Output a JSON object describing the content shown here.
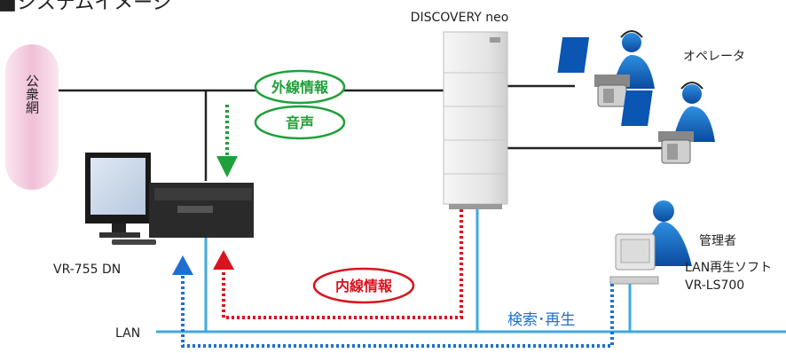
{
  "title": "■システムイメージ",
  "public_network": {
    "label": "公衆網"
  },
  "pbx": {
    "label": "DISCOVERY neo"
  },
  "operators": {
    "label": "オペレータ"
  },
  "admin": {
    "label": "管理者",
    "software_line1": "LAN再生ソフト",
    "software_line2": "VR-LS700"
  },
  "recorder": {
    "label": "VR-755 DN"
  },
  "lan": {
    "label": "LAN"
  },
  "flows": {
    "external_info": "外線情報",
    "voice": "音声",
    "internal_info": "内線情報",
    "search_playback": "検索･再生"
  },
  "colors": {
    "green": "#1fa03a",
    "red": "#d8141e",
    "blue": "#1f6fd1",
    "lan_blue": "#3fa9e0",
    "cloud": "#f2c6dc"
  }
}
